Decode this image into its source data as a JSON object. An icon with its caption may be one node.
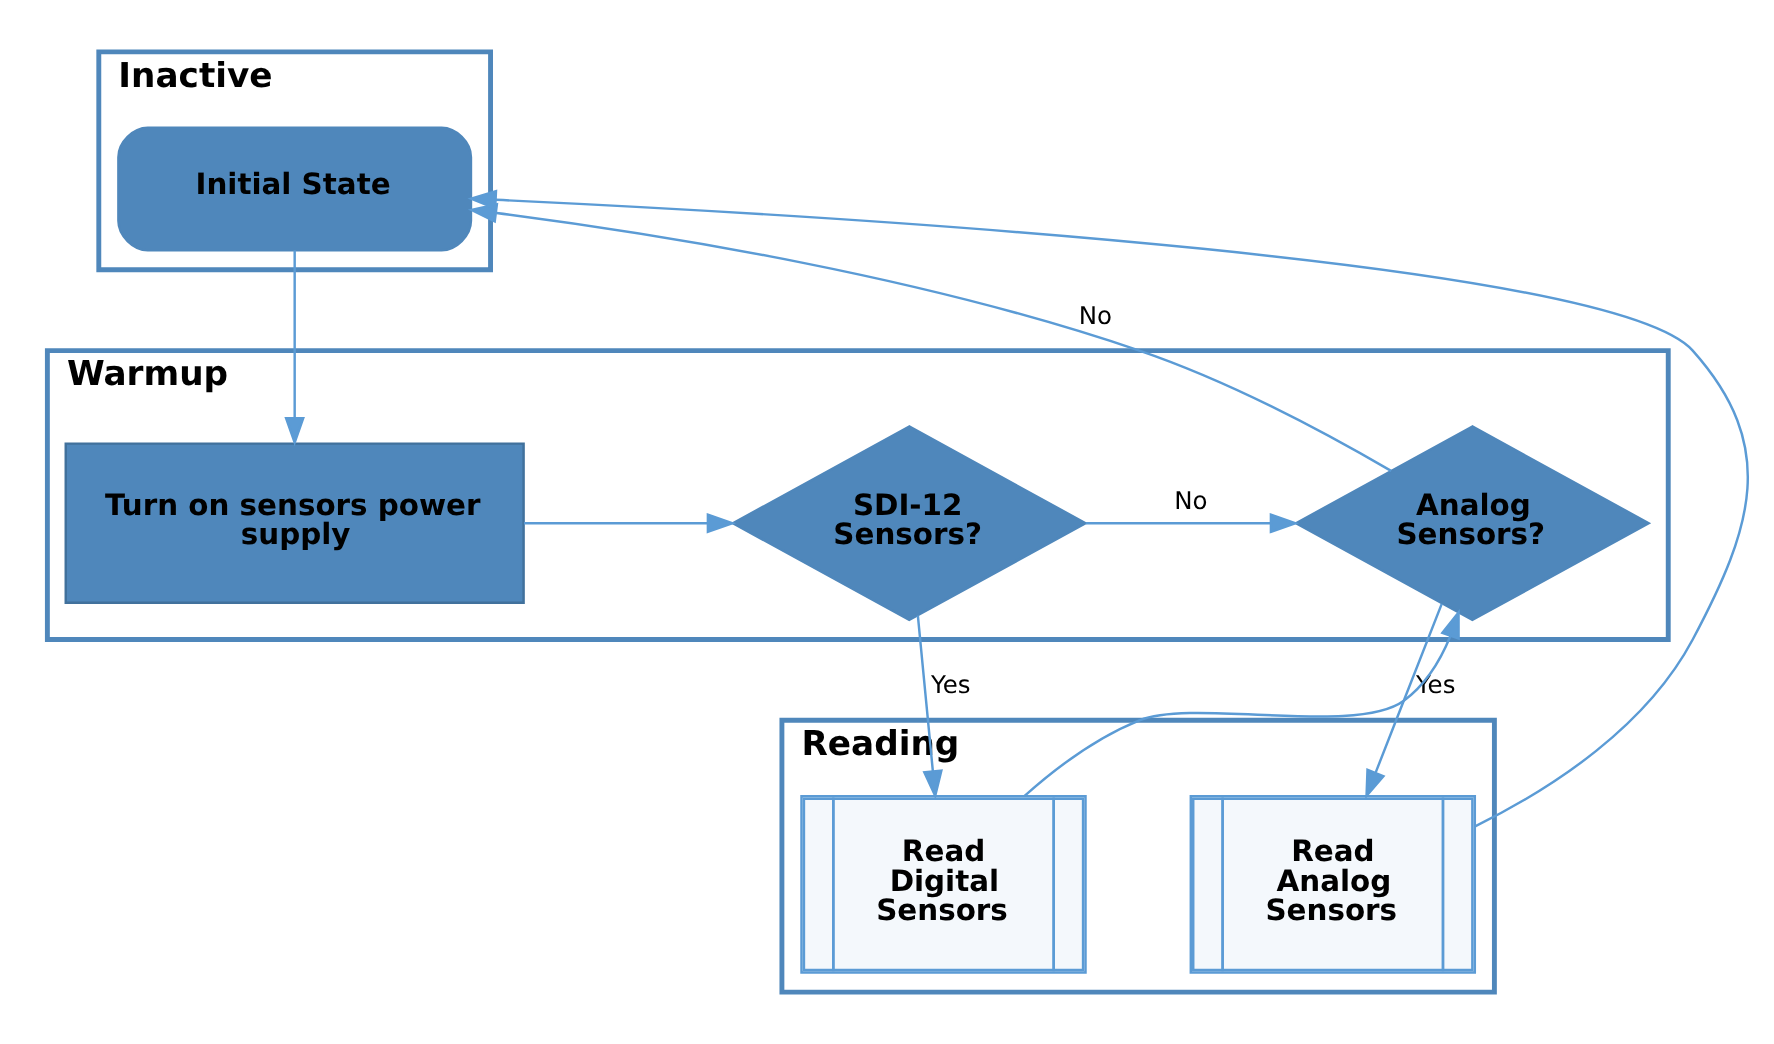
{
  "diagram": {
    "nodes": [
      {
        "text": [
          "Inactive"
        ]
      },
      {
        "text": [
          "Initial State"
        ],
        "in": 0
      },
      {
        "text": [
          "Warmup"
        ]
      },
      {
        "text": [
          "Turn on sensors power supply"
        ],
        "in": 2
      },
      {
        "text": [
          "SDI-12 Sensors?"
        ],
        "in": 2
      },
      {
        "text": [
          "Analog Sensors?"
        ],
        "in": 2
      },
      {
        "text": [
          "Reading"
        ]
      },
      {
        "text": [
          "Read Digital Sensors"
        ],
        "in": 6
      },
      {
        "text": [
          "Read Analog Sensors"
        ],
        "in": 6
      }
    ],
    "edges": [
      {
        "from": 1,
        "to": 3,
        "arrow": "to"
      },
      {
        "from": 3,
        "to": 4,
        "arrow": "to"
      },
      {
        "from": 4,
        "to": 5,
        "arrow": "to",
        "label": "No"
      },
      {
        "from": 7,
        "to": 5,
        "arrow": "to"
      },
      {
        "from": 4,
        "to": 7,
        "arrow": "to",
        "label": "Yes"
      },
      {
        "from": 5,
        "to": 8,
        "arrow": "to",
        "label": "Yes"
      },
      {
        "from": 5,
        "to": 1,
        "arrow": "to",
        "label": "No"
      },
      {
        "from": 8,
        "to": 1,
        "arrow": "to"
      }
    ]
  }
}
